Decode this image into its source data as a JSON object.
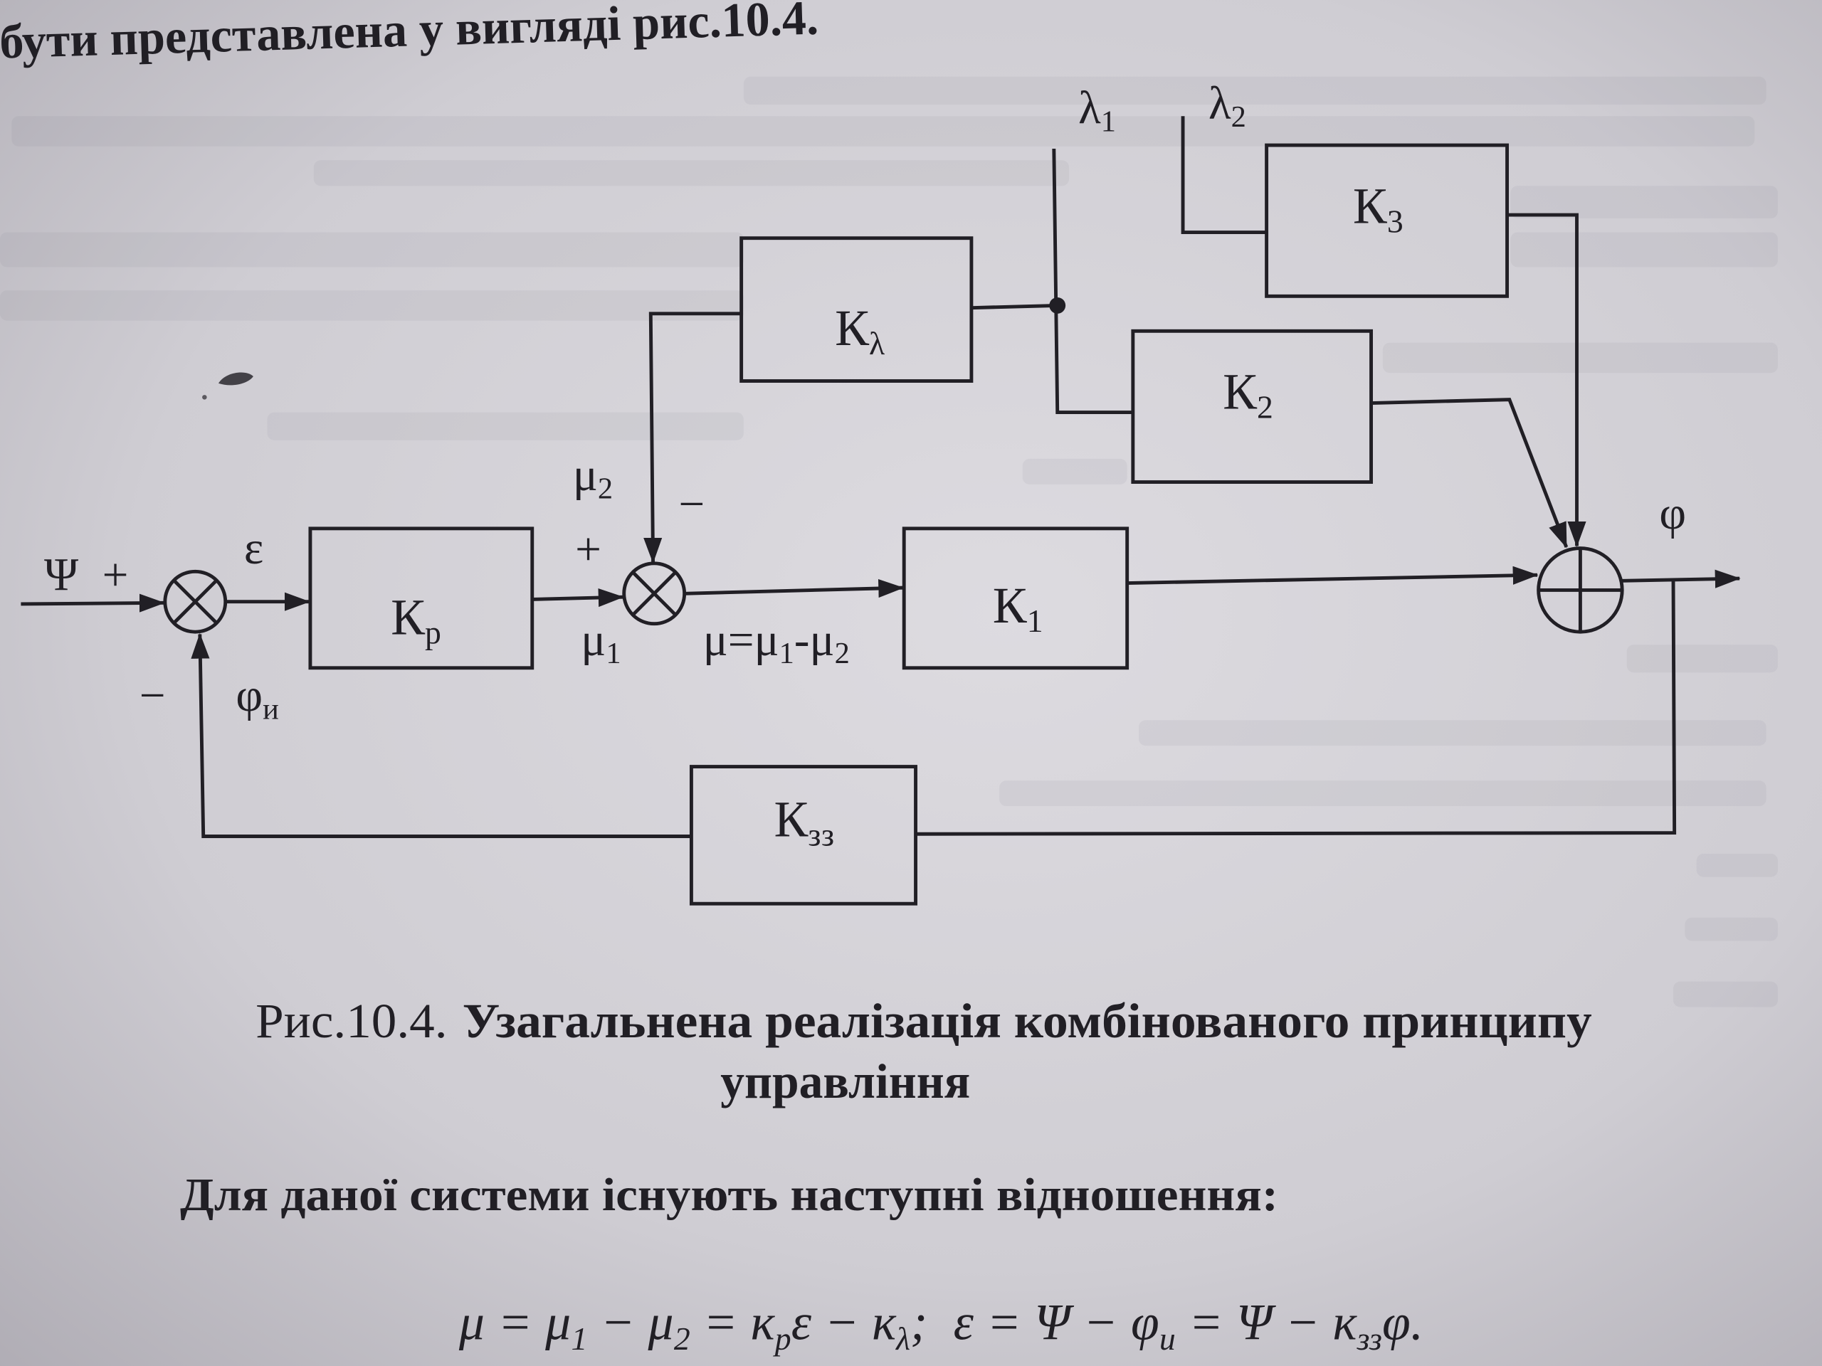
{
  "page": {
    "top_line": "бути представлена у вигляді рис.10.4.",
    "colors": {
      "paper": "#d6d4da",
      "ink": "#211f25"
    }
  },
  "icons": {
    "input_comparator": "circle-cross-icon",
    "inner_comparator": "circle-cross-icon",
    "output_adder": "circle-plus-icon",
    "branch_point": "dot-icon"
  },
  "diagram": {
    "input": {
      "psi": "Ψ",
      "psi_sign": "+"
    },
    "disturbances": {
      "lambda1": {
        "base": "λ",
        "sub": "1"
      },
      "lambda2": {
        "base": "λ",
        "sub": "2"
      }
    },
    "blocks": {
      "k_p": {
        "base": "К",
        "sub": "р"
      },
      "k_lambda": {
        "base": "К",
        "sub": "λ"
      },
      "k_1": {
        "base": "К",
        "sub": "1"
      },
      "k_2": {
        "base": "К",
        "sub": "2"
      },
      "k_3": {
        "base": "К",
        "sub": "3"
      },
      "k_zz": {
        "base": "К",
        "sub": "зз"
      }
    },
    "signals": {
      "epsilon": "ε",
      "feedback_sign": "−",
      "phi_i": {
        "base": "φ",
        "sub": "и"
      },
      "mu1_sign": "+",
      "mu1": {
        "base": "μ",
        "sub": "1"
      },
      "mu2": {
        "base": "μ",
        "sub": "2"
      },
      "mu2_sign": "−",
      "mu_relation": [
        "μ=μ",
        "1",
        "-μ",
        "2"
      ],
      "output_phi": "φ"
    }
  },
  "caption": {
    "number": "Рис.10.4.",
    "title_line1": "Узагальнена реалізація комбінованого принципу",
    "title_line2": "управління"
  },
  "body_text": "Для даної системи існують наступні відношення:",
  "formula": [
    "μ = μ",
    "1",
    " − μ",
    "2",
    " = к",
    "р",
    "ε − к",
    "λ",
    ";  ε = Ψ − φ",
    "и",
    " = Ψ − к",
    "зз",
    "φ."
  ]
}
